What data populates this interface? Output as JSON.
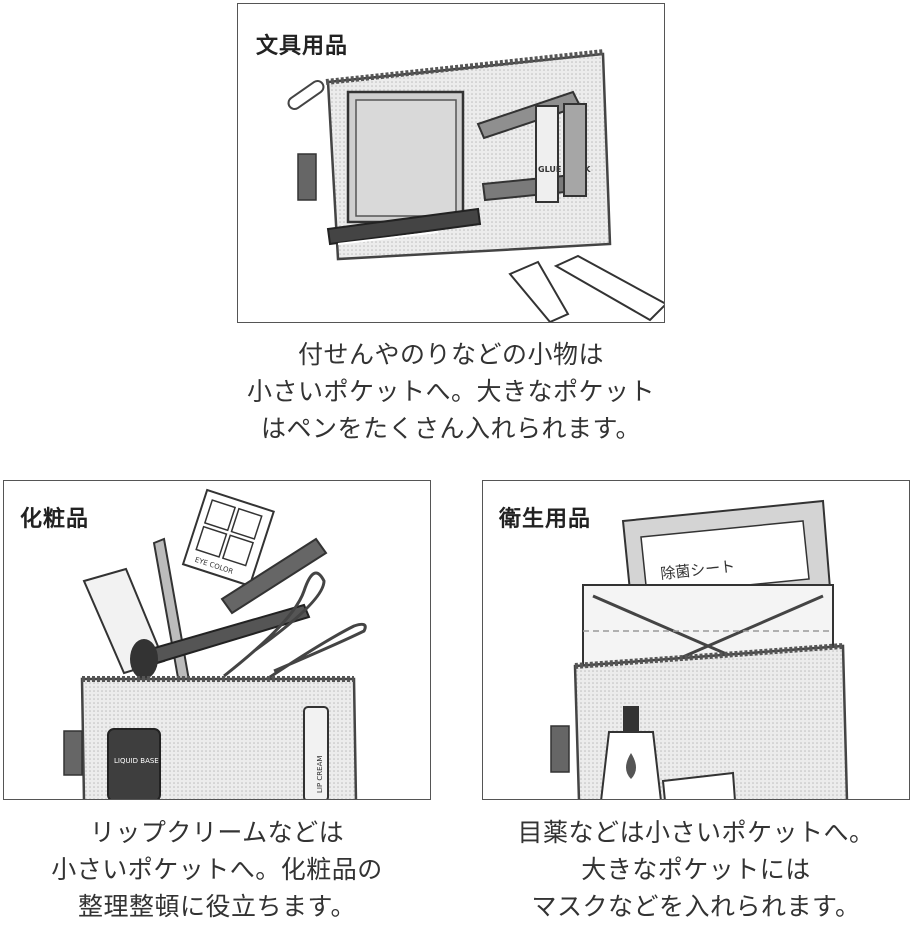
{
  "panels": {
    "stationery": {
      "label": "文具用品",
      "caption": [
        "付せんやのりなどの小物は",
        "小さいポケットへ。大きなポケット",
        "はペンをたくさん入れられます。"
      ],
      "glue_stick_text": "GLUE STICK"
    },
    "cosmetics": {
      "label": "化粧品",
      "caption": [
        "リップクリームなどは",
        "小さいポケットへ。化粧品の",
        "整理整頓に役立ちます。"
      ],
      "eye_color_text": "EYE COLOR",
      "liquid_base_text": "LIQUID BASE",
      "lip_cream_text": "LIP CREAM"
    },
    "hygiene": {
      "label": "衛生用品",
      "caption": [
        "目薬などは小さいポケットへ。",
        "大きなポケットには",
        "マスクなどを入れられます。"
      ],
      "sheet_text": "除菌シート"
    }
  },
  "colors": {
    "border": "#555555",
    "line": "#444444",
    "mesh": "#e6e6e6",
    "gray": "#9a9a9a",
    "dark": "#4a4a4a"
  }
}
